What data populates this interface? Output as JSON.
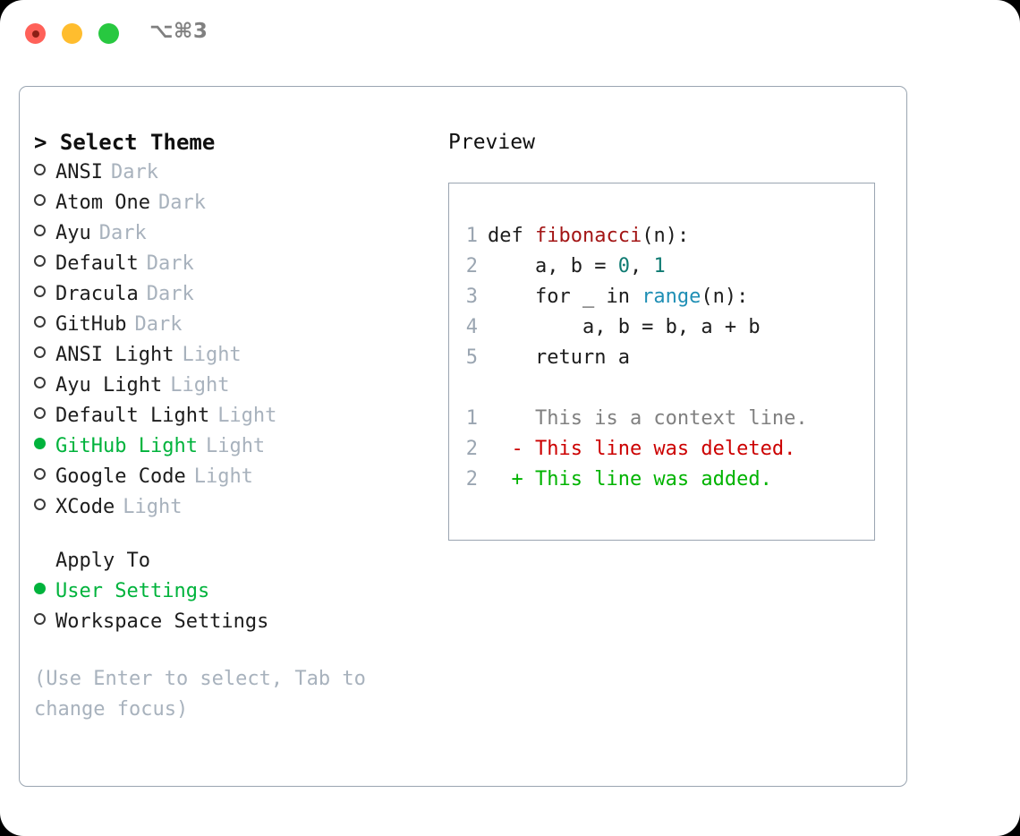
{
  "titlebar": {
    "shortcut": "⌥⌘3",
    "buttons": {
      "close": "close-button",
      "minimize": "minimize-button",
      "zoom": "zoom-button"
    }
  },
  "theme_selector": {
    "heading": "> Select Theme",
    "items": [
      {
        "label": "ANSI",
        "tag": "Dark",
        "selected": false
      },
      {
        "label": "Atom One",
        "tag": "Dark",
        "selected": false
      },
      {
        "label": "Ayu",
        "tag": "Dark",
        "selected": false
      },
      {
        "label": "Default",
        "tag": "Dark",
        "selected": false
      },
      {
        "label": "Dracula",
        "tag": "Dark",
        "selected": false
      },
      {
        "label": "GitHub",
        "tag": "Dark",
        "selected": false
      },
      {
        "label": "ANSI Light",
        "tag": "Light",
        "selected": false
      },
      {
        "label": "Ayu Light",
        "tag": "Light",
        "selected": false
      },
      {
        "label": "Default Light",
        "tag": "Light",
        "selected": false
      },
      {
        "label": "GitHub Light",
        "tag": "Light",
        "selected": true
      },
      {
        "label": "Google Code",
        "tag": "Light",
        "selected": false
      },
      {
        "label": "XCode",
        "tag": "Light",
        "selected": false
      }
    ]
  },
  "apply_to": {
    "heading": "Apply To",
    "options": [
      {
        "label": "User Settings",
        "selected": true
      },
      {
        "label": "Workspace Settings",
        "selected": false
      }
    ]
  },
  "hint": "(Use Enter to select, Tab to change focus)",
  "preview": {
    "title": "Preview",
    "code_lines": [
      {
        "no": "1",
        "tokens": [
          {
            "t": "def ",
            "c": "plain"
          },
          {
            "t": "fibonacci",
            "c": "fn"
          },
          {
            "t": "(n):",
            "c": "plain"
          }
        ]
      },
      {
        "no": "2",
        "tokens": [
          {
            "t": "    a, b = ",
            "c": "plain"
          },
          {
            "t": "0",
            "c": "num"
          },
          {
            "t": ", ",
            "c": "plain"
          },
          {
            "t": "1",
            "c": "num"
          }
        ]
      },
      {
        "no": "3",
        "tokens": [
          {
            "t": "    for _ in ",
            "c": "plain"
          },
          {
            "t": "range",
            "c": "call"
          },
          {
            "t": "(n):",
            "c": "plain"
          }
        ]
      },
      {
        "no": "4",
        "tokens": [
          {
            "t": "        a, b = b, a + b",
            "c": "plain"
          }
        ]
      },
      {
        "no": "5",
        "tokens": [
          {
            "t": "    return a",
            "c": "plain"
          }
        ]
      }
    ],
    "diff_lines": [
      {
        "no": "1",
        "marker": " ",
        "text": "This is a context line.",
        "kind": "ctx"
      },
      {
        "no": "2",
        "marker": "-",
        "text": "This line was deleted.",
        "kind": "del"
      },
      {
        "no": "2",
        "marker": "+",
        "text": "This line was added.",
        "kind": "add"
      }
    ]
  },
  "colors": {
    "accent_green": "#00b33c",
    "muted": "#a8b2bd",
    "border": "#9aa5b1",
    "diff_delete": "#cc0000",
    "diff_add": "#00b300",
    "token_function": "#a31515",
    "token_number": "#0f7b72",
    "token_call": "#1f8fb5"
  }
}
